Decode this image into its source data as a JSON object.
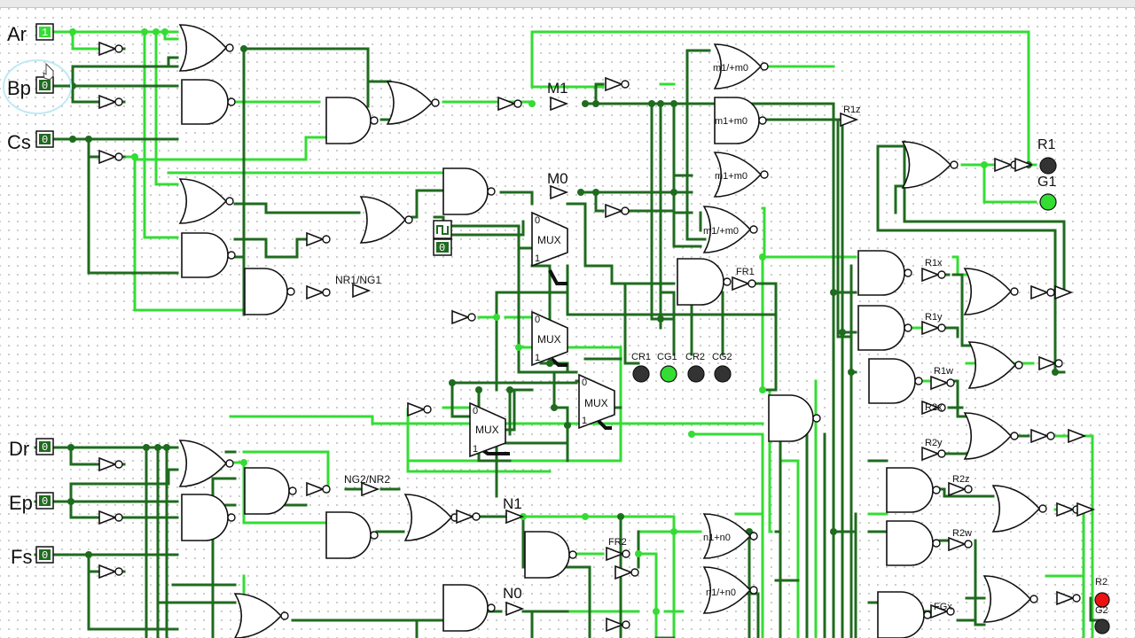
{
  "inputs": [
    {
      "label": "Ar",
      "value": "1",
      "on": true
    },
    {
      "label": "Bp",
      "value": "0",
      "on": false
    },
    {
      "label": "Cs",
      "value": "0",
      "on": false
    },
    {
      "label": "Dr",
      "value": "0",
      "on": false
    },
    {
      "label": "Ep",
      "value": "0",
      "on": false
    },
    {
      "label": "Fs",
      "value": "0",
      "on": false
    }
  ],
  "tunnels": {
    "nr1": "NR1/NG1",
    "m1": "M1",
    "m0": "M0",
    "ng2": "NG2/NR2",
    "n1": "N1",
    "n0": "N0"
  },
  "gate_labels": {
    "m1_pm0": "m1/+m0",
    "m1m0a": "m1+m0",
    "m1m0b": "m1+m0",
    "m1m0c": "m1/+m0",
    "r1z": "R1z",
    "fr1": "FR1",
    "r1x": "R1x",
    "r1y": "R1y",
    "r1w": "R1w",
    "r2x": "R2x",
    "r2y": "R2y",
    "r2z": "R2z",
    "r2w": "R2w",
    "fr2": "FR2",
    "n1n0a": "n1+n0",
    "n1n0b": "n1/+n0",
    "fgx": "FGx"
  },
  "mux": {
    "label": "MUX",
    "sel0": "0",
    "sel1": "1"
  },
  "constant": "0",
  "leds": [
    {
      "label": "CR1",
      "color": "#333333"
    },
    {
      "label": "CG1",
      "color": "#33dd33"
    },
    {
      "label": "CR2",
      "color": "#333333"
    },
    {
      "label": "CG2",
      "color": "#333333"
    }
  ],
  "outputs": [
    {
      "label": "R1",
      "color": "#333333"
    },
    {
      "label": "G1",
      "color": "#33dd33"
    },
    {
      "label": "R2",
      "color": "#ee1111"
    },
    {
      "label": "G2",
      "color": "#333333"
    }
  ]
}
